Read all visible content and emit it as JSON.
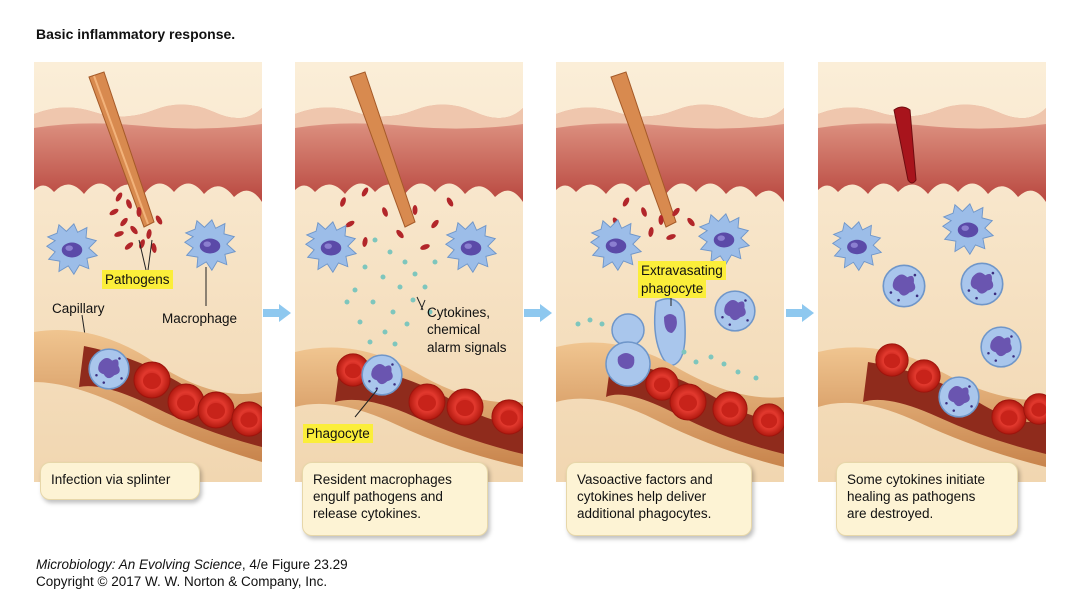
{
  "title": "Basic inflammatory response.",
  "panels": [
    {
      "caption": "Infection via splinter",
      "labels": {
        "pathogens": "Pathogens",
        "capillary": "Capillary",
        "macrophage": "Macrophage"
      }
    },
    {
      "caption_lines": [
        "Resident macrophages",
        "engulf pathogens and",
        "release cytokines."
      ],
      "labels": {
        "cytokines_1": "Cytokines,",
        "cytokines_2": "chemical",
        "cytokines_3": "alarm signals",
        "phagocyte": "Phagocyte"
      }
    },
    {
      "caption_lines": [
        "Vasoactive factors and",
        "cytokines help deliver",
        "additional phagocytes."
      ],
      "labels": {
        "extravasating_1": "Extravasating",
        "extravasating_2": "phagocyte"
      }
    },
    {
      "caption_lines": [
        "Some cytokines initiate",
        "healing as pathogens",
        "are destroyed."
      ]
    }
  ],
  "footer": {
    "book_title": "Microbiology: An Evolving Science",
    "edition_figure": ", 4/e  Figure 23.29",
    "copyright": "Copyright © 2017 W. W. Norton & Company, Inc."
  },
  "colors": {
    "highlight": "#fbee3a",
    "caption_bg": "#fdf3d4",
    "skin": "#c65b54",
    "tissue": "#f7e4c6",
    "capillary": "#e6b27c",
    "rbc": "#d72a22",
    "macrophage": "#8fb4e3",
    "arrow": "#8ec8ef"
  }
}
